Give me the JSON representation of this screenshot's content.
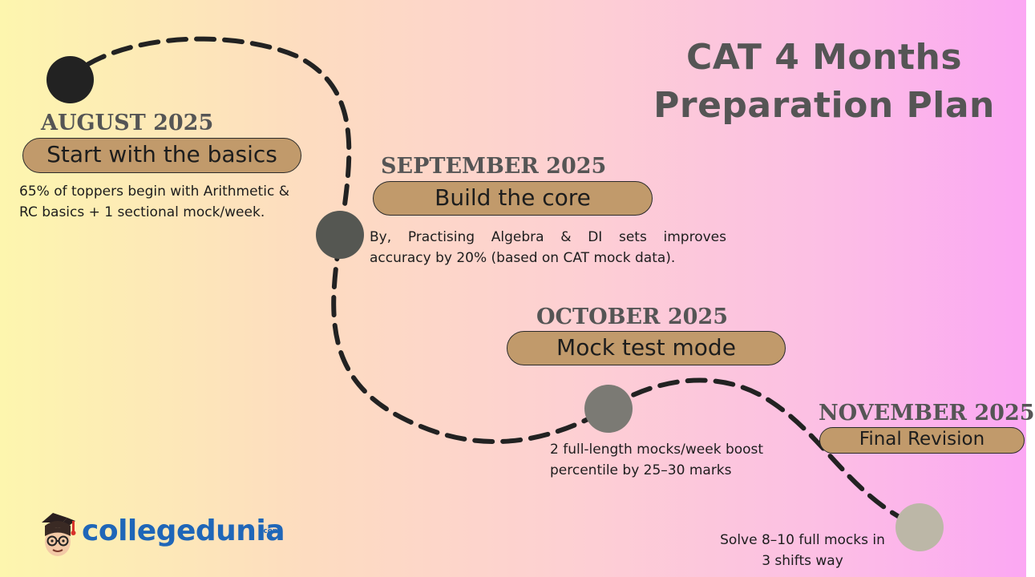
{
  "title": {
    "line1": "CAT 4 Months",
    "line2": "Preparation Plan"
  },
  "milestones": [
    {
      "month": "AUGUST 2025",
      "label": "Start with the basics",
      "description": [
        "65% of toppers begin with Arithmetic &",
        "RC basics + 1 sectional mock/week."
      ]
    },
    {
      "month": "SEPTEMBER 2025",
      "label": "Build the core",
      "description": [
        "By, Practising Algebra & DI sets improves",
        "accuracy by 20% (based on CAT mock data)."
      ]
    },
    {
      "month": "OCTOBER 2025",
      "label": "Mock test mode",
      "description": [
        "2 full-length mocks/week boost",
        "percentile by 25–30 marks"
      ]
    },
    {
      "month": "NOVEMBER 2025",
      "label": "Final Revision",
      "description": [
        "Solve 8–10 full mocks in",
        "3 shifts way"
      ]
    }
  ],
  "logo": {
    "name": "collegedunia",
    "suffix": ".com"
  },
  "colors": {
    "pill": "#c19a6b",
    "heading": "#555555",
    "path": "#222222",
    "node1": "#222222",
    "node2": "#555752",
    "node3": "#7b7a74",
    "node4": "#bcb7a7",
    "logo": "#1f66b8"
  }
}
